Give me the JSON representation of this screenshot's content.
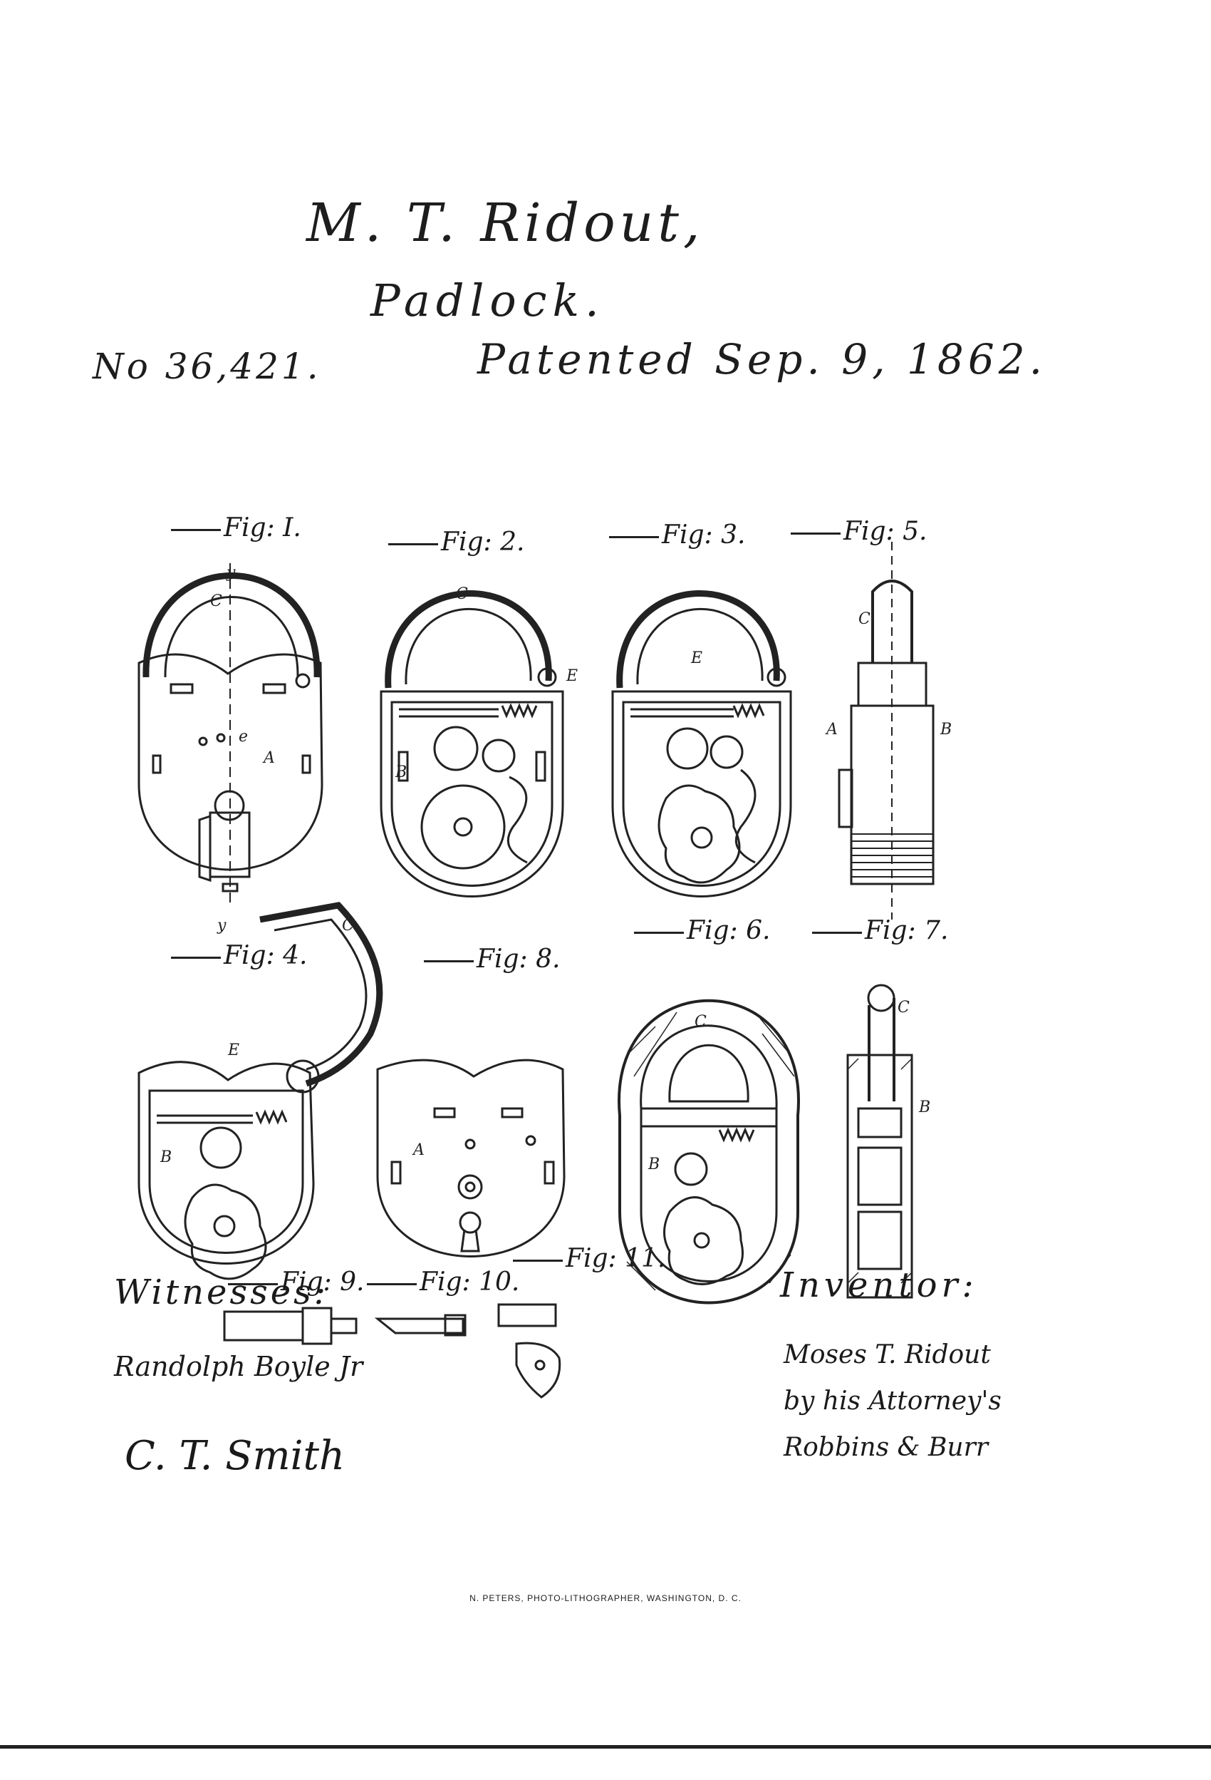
{
  "header": {
    "inventor_name": "M. T. Ridout,",
    "subject": "Padlock.",
    "patent_number": "No 36,421.",
    "patent_date": "Patented Sep. 9, 1862."
  },
  "figures": {
    "fig1": "Fig: I.",
    "fig2": "Fig: 2.",
    "fig3": "Fig: 3.",
    "fig4": "Fig: 4.",
    "fig5": "Fig: 5.",
    "fig6": "Fig: 6.",
    "fig7": "Fig: 7.",
    "fig8": "Fig: 8.",
    "fig9": "Fig: 9.",
    "fig10": "Fig: 10.",
    "fig11": "Fig: 11."
  },
  "witnesses": {
    "label": "Witnesses:",
    "signature_1": "Randolph Boyle Jr",
    "signature_2": "C. T. Smith"
  },
  "inventor": {
    "label": "Inventor:",
    "line_1": "Moses T. Ridout",
    "line_2": "by his Attorney's",
    "line_3": "Robbins & Burr"
  },
  "imprint": "N. PETERS, PHOTO-LITHOGRAPHER, WASHINGTON, D. C."
}
